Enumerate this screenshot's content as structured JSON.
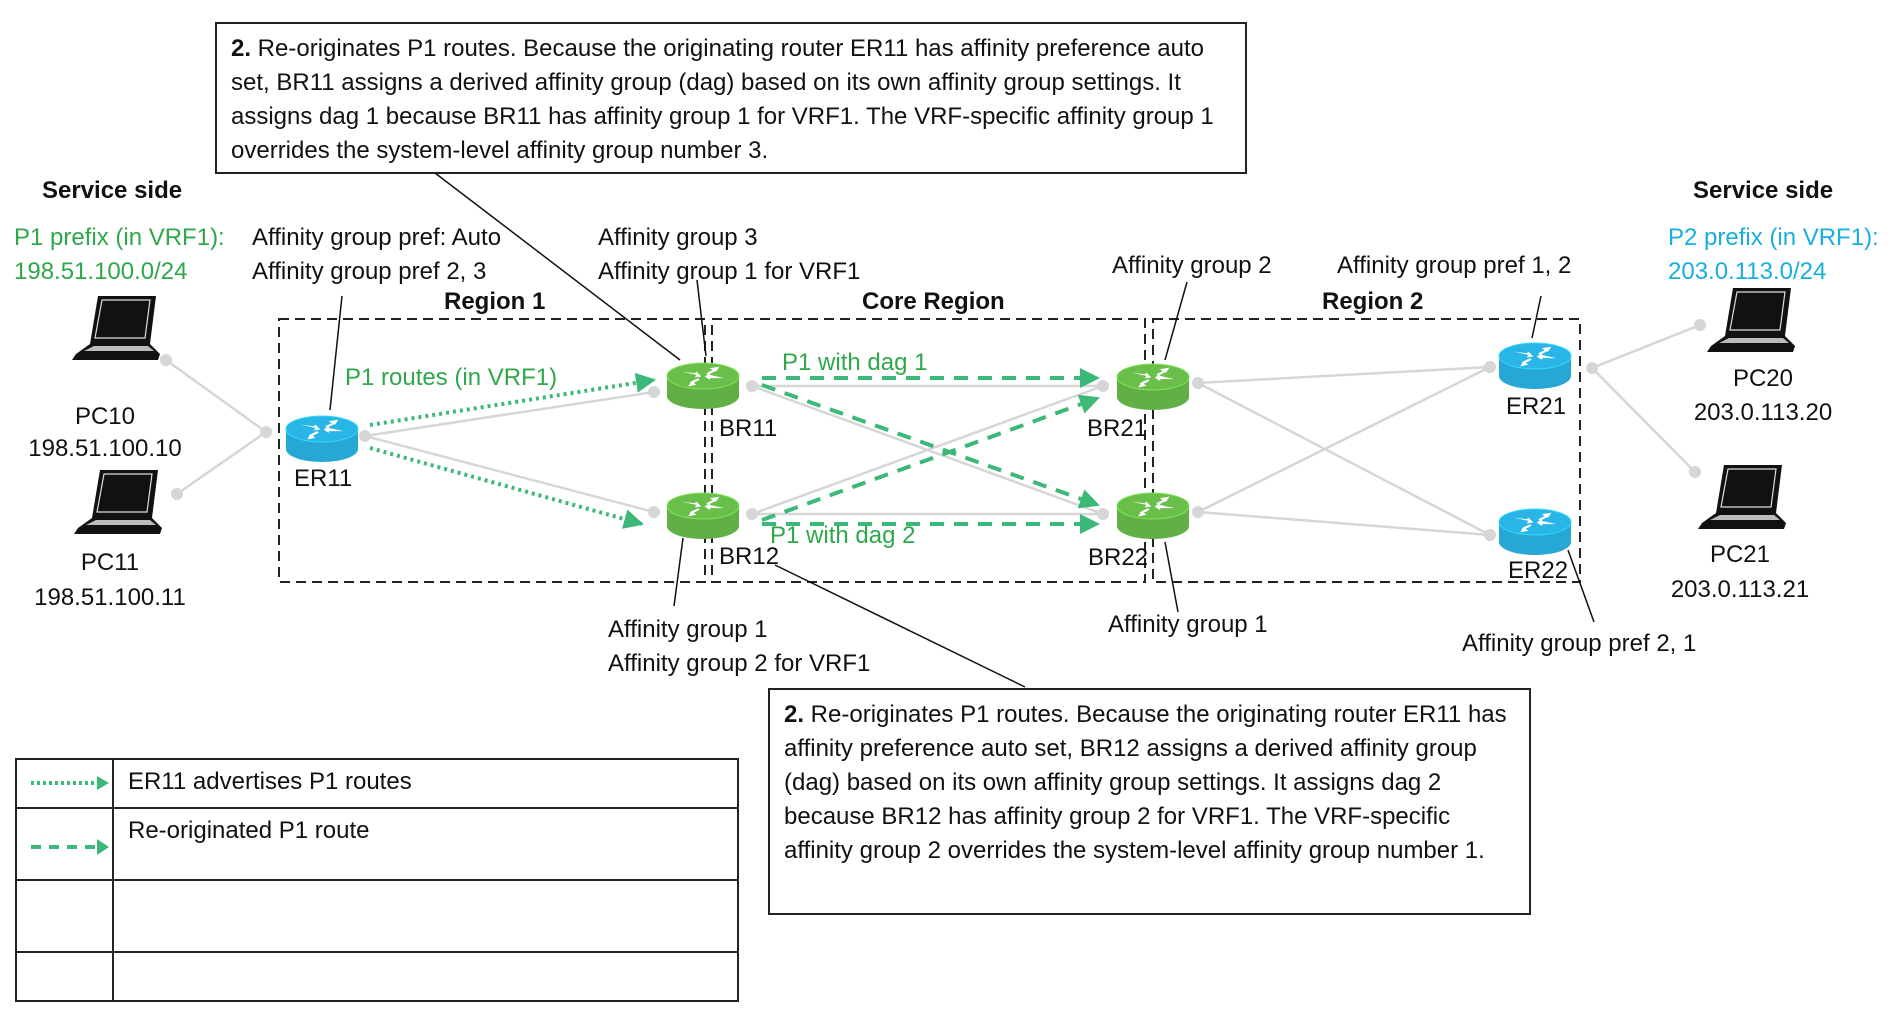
{
  "colors": {
    "route_green": "#3cb878",
    "text_green": "#2ea84a",
    "text_blue": "#1aaee0",
    "router_green": "#6abf4b",
    "router_blue": "#29b6e6",
    "link_gray": "#d6d6d6"
  },
  "left_side": {
    "heading": "Service side",
    "prefix_label": "P1 prefix (in VRF1):",
    "prefix_value": "198.51.100.0/24",
    "pcs": [
      {
        "name": "PC10",
        "ip": "198.51.100.10"
      },
      {
        "name": "PC11",
        "ip": "198.51.100.11"
      }
    ]
  },
  "right_side": {
    "heading": "Service side",
    "prefix_label": "P2 prefix (in VRF1):",
    "prefix_value": "203.0.113.0/24",
    "pcs": [
      {
        "name": "PC20",
        "ip": "203.0.113.20"
      },
      {
        "name": "PC21",
        "ip": "203.0.113.21"
      }
    ]
  },
  "regions": [
    {
      "name": "Region 1"
    },
    {
      "name": "Core Region"
    },
    {
      "name": "Region 2"
    }
  ],
  "routers": {
    "ER11": {
      "name": "ER11",
      "notes": [
        "Affinity group pref: Auto",
        "Affinity group pref 2, 3"
      ]
    },
    "BR11": {
      "name": "BR11",
      "notes": [
        "Affinity group  3",
        "Affinity group 1 for VRF1"
      ]
    },
    "BR12": {
      "name": "BR12",
      "notes": [
        "Affinity group 1",
        "Affinity group 2 for VRF1"
      ]
    },
    "BR21": {
      "name": "BR21",
      "notes": [
        "Affinity group 2"
      ]
    },
    "BR22": {
      "name": "BR22",
      "notes": [
        "Affinity group 1"
      ]
    },
    "ER21": {
      "name": "ER21",
      "notes": [
        "Affinity group pref 1, 2"
      ]
    },
    "ER22": {
      "name": "ER22",
      "notes": [
        "Affinity group pref 2, 1"
      ]
    }
  },
  "route_labels": {
    "p1_routes": "P1 routes (in VRF1)",
    "dag1": "P1 with dag 1",
    "dag2": "P1 with dag 2"
  },
  "callouts": [
    {
      "number": "2.",
      "text": " Re-originates P1 routes. Because the originating router ER11 has affinity preference auto set, BR11 assigns a derived affinity group (dag) based on its own affinity group settings. It assigns dag 1 because BR11 has affinity group 1 for VRF1. The VRF-specific affinity group 1 overrides the system-level affinity group number 3."
    },
    {
      "number": "2.",
      "text": " Re-originates P1 routes. Because the originating router ER11 has affinity preference auto set, BR12 assigns a derived affinity group (dag) based on its own affinity group settings. It assigns dag 2 because BR12 has affinity group 2 for VRF1. The VRF-specific affinity group 2 overrides the system-level affinity group number 1."
    }
  ],
  "legend": [
    {
      "symbol": "dotted-arrow",
      "label": "ER11 advertises P1 routes"
    },
    {
      "symbol": "dashed-arrow",
      "label": "Re-originated P1 route"
    },
    {
      "symbol": "",
      "label": ""
    },
    {
      "symbol": "",
      "label": ""
    }
  ]
}
